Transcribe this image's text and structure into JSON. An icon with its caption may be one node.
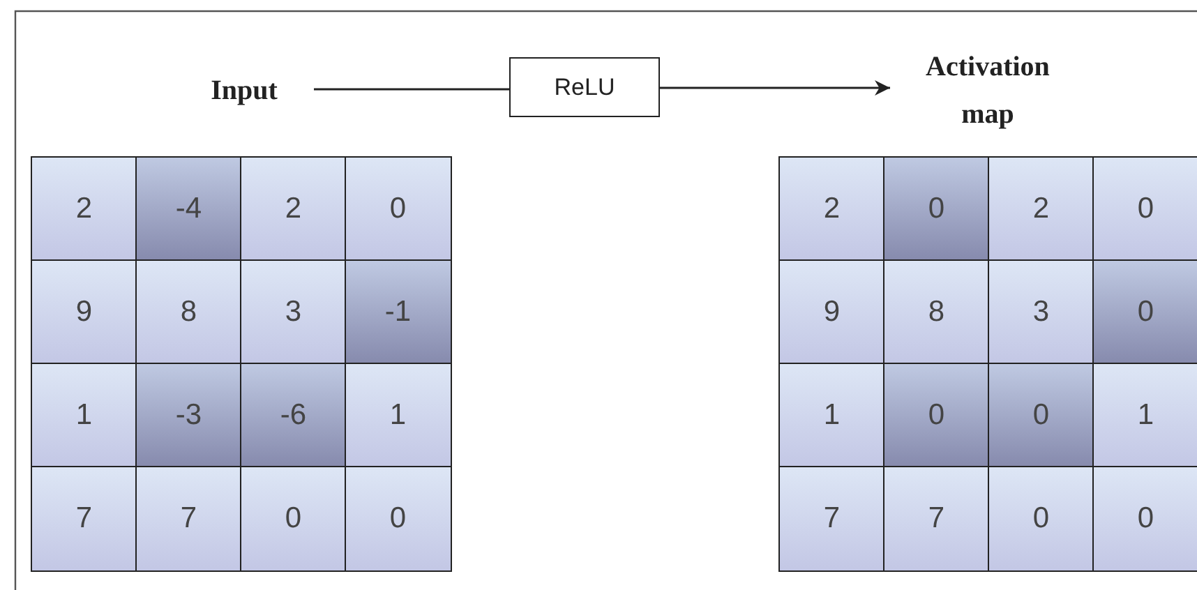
{
  "diagram": {
    "nodes": [
      {
        "text": [
          "Input"
        ]
      },
      {
        "text": [
          "ReLU"
        ]
      },
      {
        "text": [
          "Activation map"
        ]
      }
    ],
    "edges": [
      {
        "from": 0,
        "to": 1,
        "arrow": "none"
      },
      {
        "from": 1,
        "to": 2,
        "arrow": "to"
      }
    ],
    "labels": [
      "2",
      "-4",
      "2",
      "0",
      "9",
      "8",
      "3",
      "-1",
      "1",
      "-3",
      "-6",
      "1",
      "7",
      "7",
      "0",
      "0",
      "2",
      "0",
      "2",
      "0",
      "9",
      "8",
      "3",
      "0",
      "1",
      "0",
      "0",
      "1",
      "7",
      "7",
      "0",
      "0"
    ]
  }
}
